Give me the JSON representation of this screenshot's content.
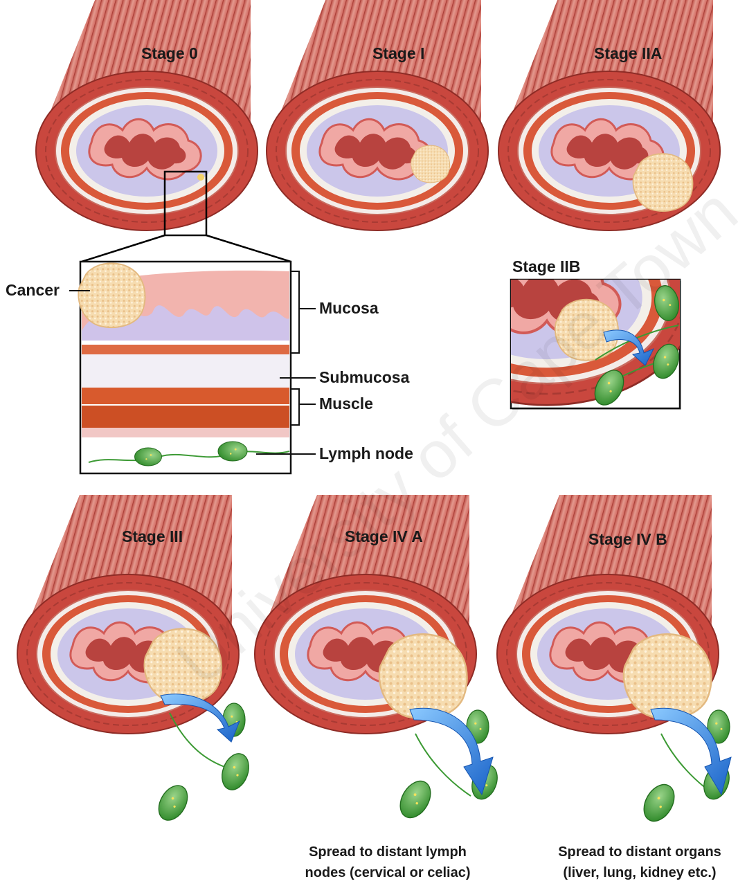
{
  "stages": {
    "s0": "Stage 0",
    "s1": "Stage I",
    "s2a": "Stage IIA",
    "s2b": "Stage IIB",
    "s3": "Stage III",
    "s4a": "Stage IV A",
    "s4b": "Stage IV B"
  },
  "inset_labels": {
    "cancer": "Cancer",
    "mucosa": "Mucosa",
    "submucosa": "Submucosa",
    "muscle": "Muscle",
    "lymph_node": "Lymph node"
  },
  "captions": {
    "iva": [
      "Spread to distant lymph",
      "nodes (cervical or celiac)"
    ],
    "ivb": [
      "Spread to distant organs",
      "(liver, lung, kidney etc.)"
    ]
  },
  "watermark": "University of Cape Town",
  "colors": {
    "muscle_outer": "#c8483c",
    "muscle_stripe": "#e39a90",
    "tissue_pink": "#f2b5b0",
    "mucosa_purple": "#c9c3ea",
    "submucosa": "#f3f0f6",
    "muscle_layer": "#d5562d",
    "tumor": "#f7dcb0",
    "lymph": "#4aa43c",
    "arrow": "#2f8fe0"
  },
  "icons": [
    "tumor",
    "lymph-node",
    "spread-arrow"
  ]
}
